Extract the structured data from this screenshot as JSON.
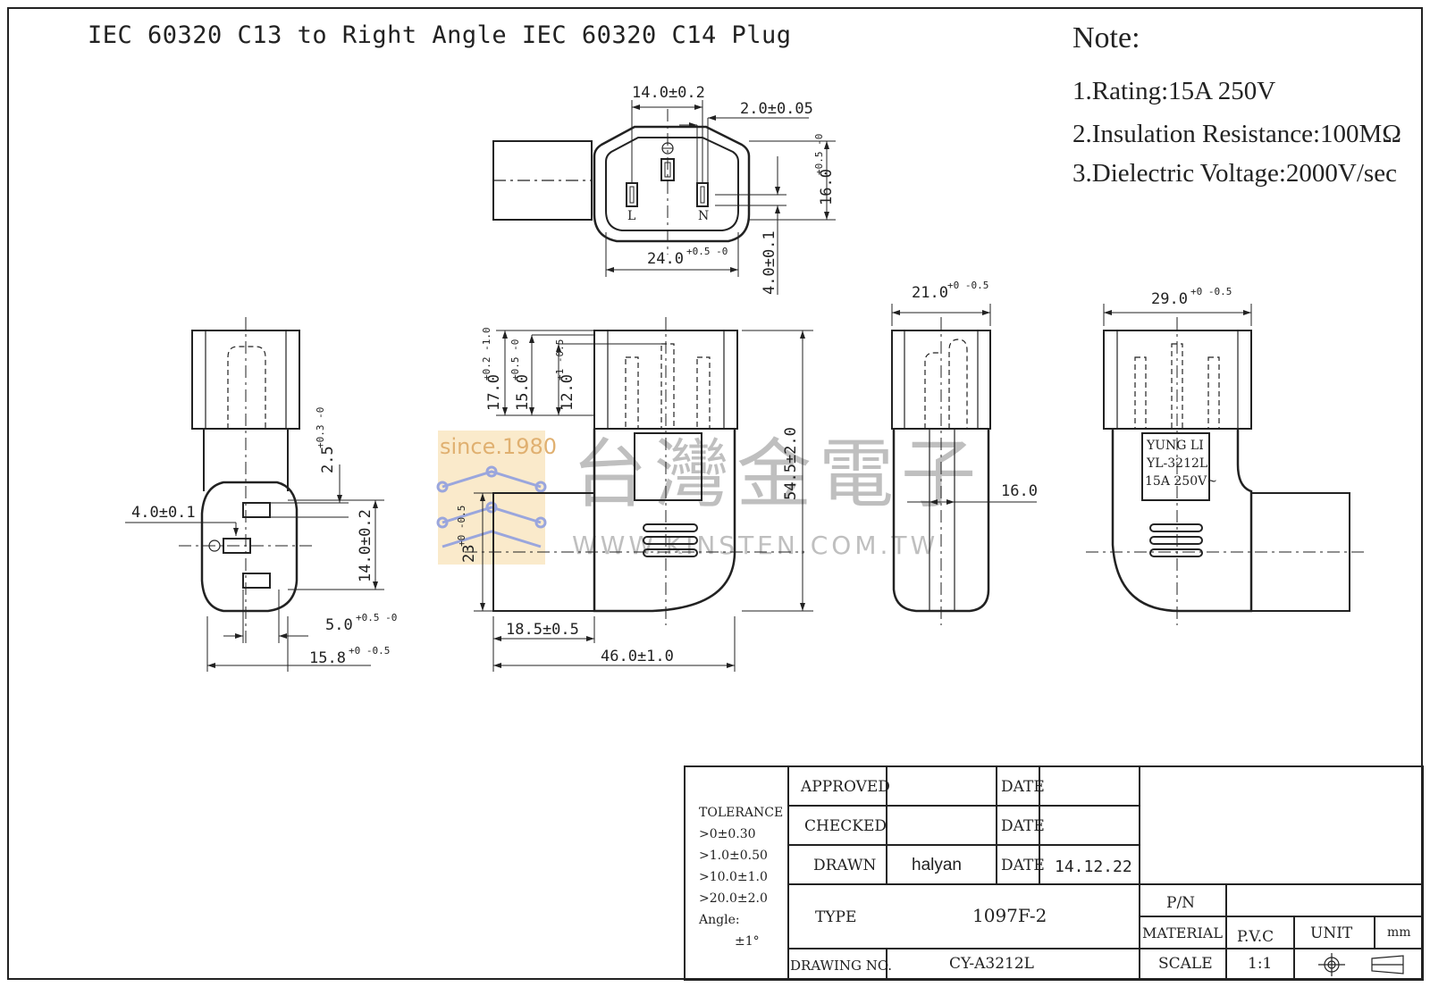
{
  "title": "IEC 60320 C13 to Right Angle IEC 60320 C14 Plug",
  "notes": {
    "heading": "Note:",
    "items": [
      "1.Rating:15A 250V",
      "2.Insulation Resistance:100MΩ",
      "3.Dielectric Voltage:2000V/sec"
    ]
  },
  "watermark": {
    "since": "since.1980",
    "company": "台灣金電子",
    "url": "WWW.KINSTEN.COM.TW"
  },
  "front_view": {
    "pin_left": "L",
    "pin_right": "N",
    "dims": {
      "width_top": "14.0±0.2",
      "pin_width": "2.0±0.05",
      "height_main": "16.0",
      "height_tol": "+0.5 -0",
      "width_bottom_main": "24.0",
      "width_bottom_tol": "+0.5 -0",
      "offset": "4.0±0.1"
    }
  },
  "left_view": {
    "dims": {
      "d1_main": "2.5",
      "d1_tol": "+0.3 -0",
      "d2": "4.0±0.1",
      "d3": "14.0±0.2",
      "d4_main": "5.0",
      "d4_tol": "+0.5 -0",
      "d5_main": "15.8",
      "d5_tol": "+0 -0.5"
    }
  },
  "side_view": {
    "dims": {
      "h1_main": "17.0",
      "h1_tol": "+0.2 -1.0",
      "h2_main": "15.0",
      "h2_tol": "+0.5 -0",
      "h3_main": "12.0",
      "h3_tol": "+1 -0.5",
      "total_height": "54.5±2.0",
      "depth_main": "23",
      "depth_tol": "+0 -0.5",
      "w1": "18.5±0.5",
      "w2": "46.0±1.0"
    }
  },
  "end_view": {
    "dims": {
      "width_main": "21.0",
      "width_tol": "+0 -0.5",
      "side": "16.0"
    }
  },
  "right_view": {
    "label_lines": [
      "YUNG LI",
      "YL-3212L",
      "15A 250V~"
    ],
    "dims": {
      "width_main": "29.0",
      "width_tol": "+0 -0.5"
    }
  },
  "title_block": {
    "tolerance_label": "TOLERANCE",
    "tolerances": [
      ">0±0.30",
      ">1.0±0.50",
      ">10.0±1.0",
      ">20.0±2.0"
    ],
    "angle_label": "Angle:",
    "angle_value": "±1°",
    "approved_label": "APPROVED",
    "checked_label": "CHECKED",
    "drawn_label": "DRAWN",
    "drawn_by": "halyan",
    "date_label": "DATE",
    "drawn_date": "14.12.22",
    "type_label": "TYPE",
    "type_value": "1097F-2",
    "drawing_no_label": "DRAWING NO.",
    "drawing_no_value": "CY-A3212L",
    "pn_label": "P/N",
    "material_label": "MATERIAL",
    "material_value": "P.V.C",
    "unit_label": "UNIT",
    "unit_value": "mm",
    "scale_label": "SCALE",
    "scale_value": "1:1"
  }
}
